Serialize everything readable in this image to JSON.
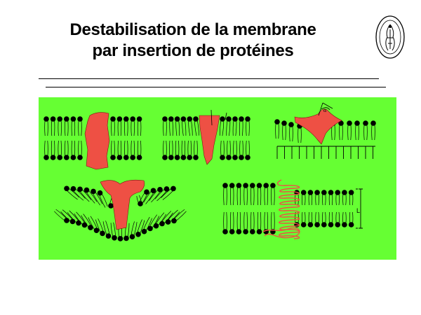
{
  "title": {
    "line1": "Destabilisation de la membrane",
    "line2": "par insertion de protéines"
  },
  "logo": {
    "icon": "university-seal-icon"
  },
  "diagram": {
    "background_color": "#66ff33",
    "protein_color": "#ee5044",
    "lipid_head_color": "#000000",
    "panels": [
      {
        "id": "rectangular-protein-panel",
        "icon": "rectangular-protein-icon"
      },
      {
        "id": "conical-protein-panel",
        "icon": "conical-protein-icon"
      },
      {
        "id": "shallow-wedge-panel",
        "icon": "wedge-protein-icon",
        "angle_label": "α"
      },
      {
        "id": "curved-membrane-panel",
        "icon": "t-shaped-protein-icon"
      },
      {
        "id": "thickness-mismatch-panel",
        "icon": "helical-protein-icon",
        "thickness_label": "L"
      }
    ]
  }
}
